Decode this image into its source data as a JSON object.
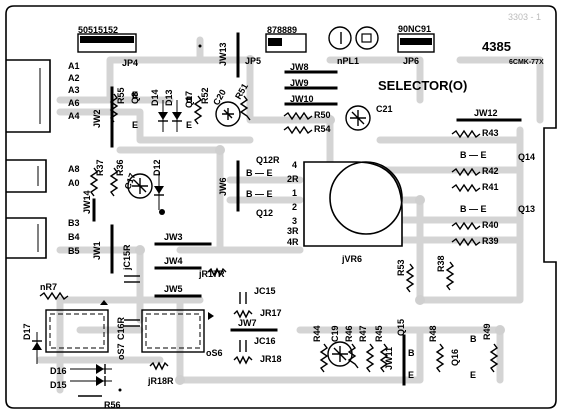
{
  "headers": {
    "left_code": "50515152",
    "mid_code": "878889",
    "right_code": "90NC91",
    "jp4": "JP4",
    "jp5": "JP5",
    "jp6": "JP6"
  },
  "title": {
    "number": "4385",
    "model": "6CMK-77X",
    "selector": "SELECTOR(O)",
    "faint_code": "3303 - 1"
  },
  "left_pins": [
    "A1",
    "A2",
    "A3",
    "A6",
    "A4",
    "A8",
    "A0",
    "B3",
    "B4",
    "B5"
  ],
  "jumpers": {
    "jw2": "JW2",
    "jw13": "JW13",
    "jw8": "JW8",
    "jw9": "JW9",
    "jw10": "JW10",
    "jw6": "JW6",
    "jw14": "JW14",
    "jw1": "JW1",
    "jw3": "JW3",
    "jw4": "JW4",
    "jw5": "JW5",
    "jw7": "JW7",
    "jw11": "JW11",
    "jw12": "JW12"
  },
  "resistors": {
    "r55": "R55",
    "r52": "R52",
    "r50": "R50",
    "r54": "R54",
    "r37": "R37",
    "r36": "R36",
    "r43": "R43",
    "r42": "R42",
    "r41": "R41",
    "r40": "R40",
    "r39": "R39",
    "r53": "R53",
    "r38": "R38",
    "r44": "R44",
    "r47": "R47",
    "r45": "R45",
    "r48": "R48",
    "r49": "R49",
    "r56": "R56",
    "nr7": "nR7",
    "jr17r": "jR17R",
    "jr17": "JR17",
    "jr18": "JR18",
    "jr18r": "jR18R"
  },
  "transistors": {
    "q8": "Q8",
    "q17": "Q17",
    "q12r": "Q12R",
    "q12": "Q12",
    "q14": "Q14",
    "q13": "Q13",
    "q15": "Q15",
    "q16": "Q16"
  },
  "diodes": {
    "d14": "D14",
    "d13": "D13",
    "d12": "D12",
    "d17": "D17",
    "d16": "D16",
    "d15": "D15"
  },
  "capacitors": {
    "c20": "C20",
    "r51": "R51",
    "c21": "C21",
    "c17": "C17",
    "c19": "C19",
    "r46": "R46",
    "jc15r": "jC15R",
    "jc15": "JC15",
    "jc16": "JC16",
    "c16r": "C16R"
  },
  "misc": {
    "npl1": "nPL1",
    "jvr6": "jVR6",
    "os7": "oS7",
    "os6": "oS6"
  },
  "vr6_pins": [
    "4",
    "2R",
    "1",
    "2",
    "3",
    "3R",
    "4R"
  ],
  "pin_letters": {
    "b": "B",
    "e": "E",
    "dash": "—",
    "be_row": "B  —  E",
    "vert_e": "E",
    "vert_b": "B"
  }
}
